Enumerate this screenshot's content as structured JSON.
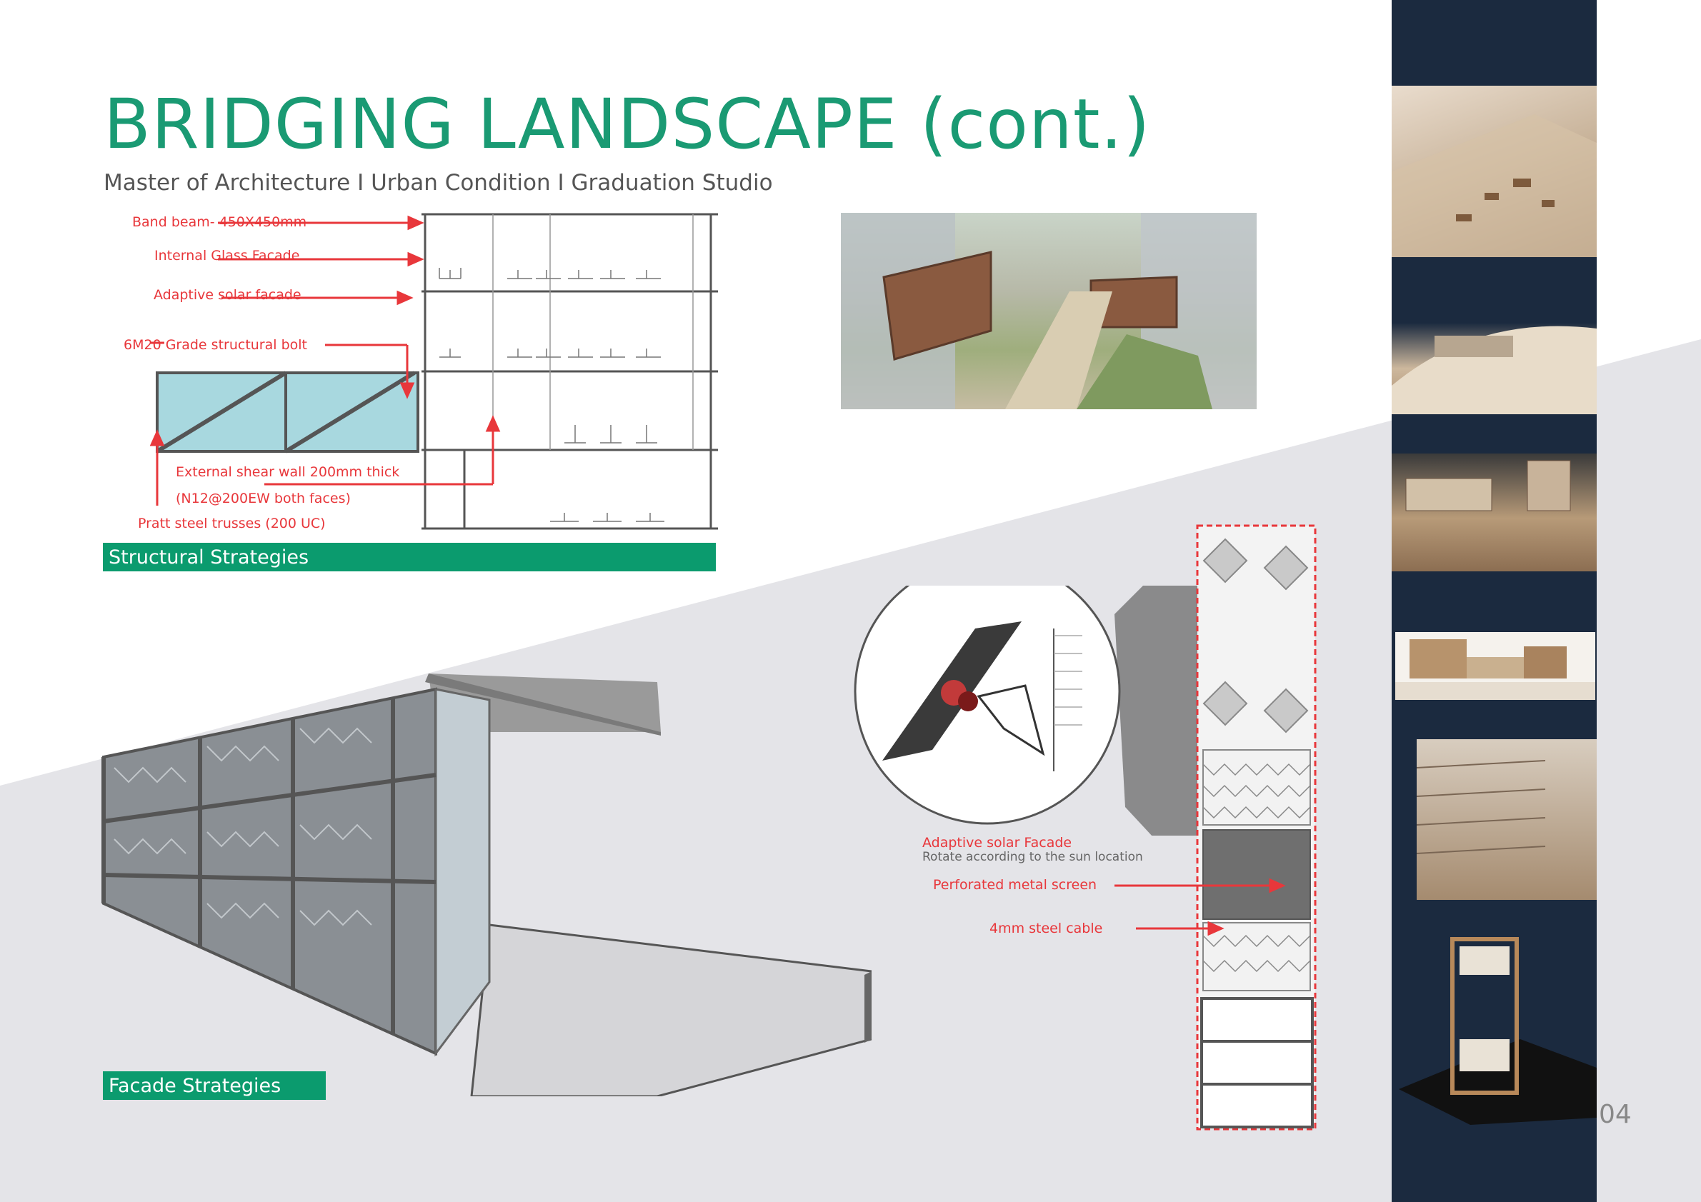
{
  "header": {
    "title": "BRIDGING LANDSCAPE (cont.)",
    "subtitle": "Master of Architecture I Urban Condition I Graduation Studio"
  },
  "structural": {
    "bar_label": "Structural Strategies",
    "annotations": [
      "Band beam- 450X450mm",
      "Internal Glass Facade",
      "Adaptive solar facade",
      "6M20 Grade structural bolt",
      "External shear wall 200mm thick",
      "(N12@200EW both faces)",
      "Pratt steel trusses (200 UC)"
    ]
  },
  "facade": {
    "bar_label": "Facade Strategies",
    "detail_title": "Adaptive solar Facade",
    "detail_caption": "Rotate according to the sun location",
    "annotations": [
      "Perforated metal screen",
      "4mm steel cable"
    ]
  },
  "page_number": "04",
  "colors": {
    "accent_green": "#0b9b6e",
    "title_green": "#1a9a73",
    "annotation_red": "#e8373b",
    "sidebar_navy": "#1b2a3f",
    "background_grey": "#e6e6ea"
  }
}
